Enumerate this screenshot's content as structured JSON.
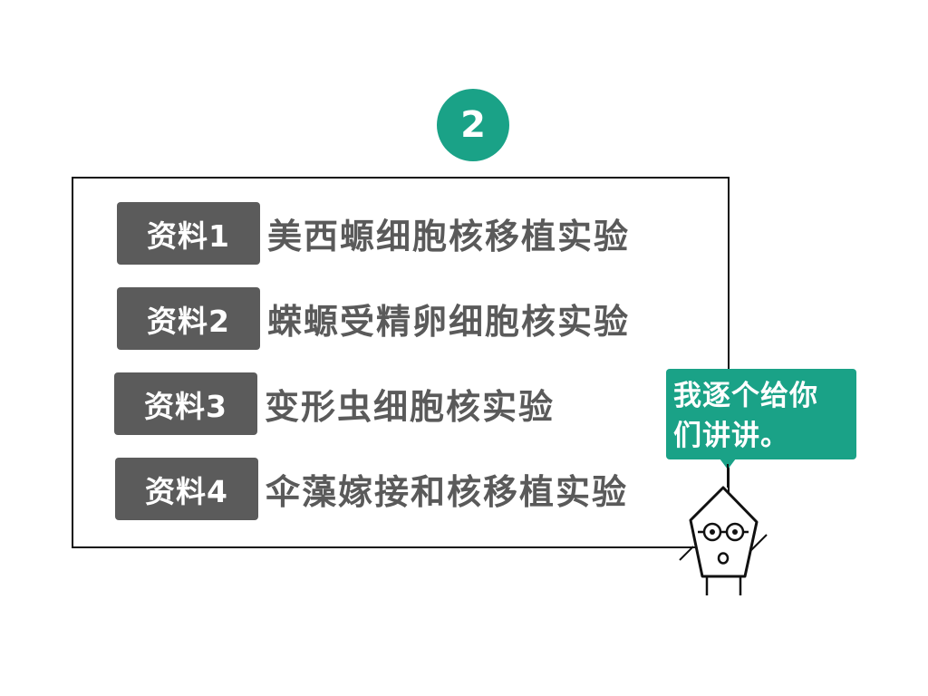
{
  "slide": {
    "step_number": "2",
    "accent_color": "#1aa287",
    "label_color": "#5b5b5b",
    "text_color": "#5a5a5a"
  },
  "materials": [
    {
      "label": "资料1",
      "title": "美西螈细胞核移植实验"
    },
    {
      "label": "资料2",
      "title": "蝾螈受精卵细胞核实验"
    },
    {
      "label": "资料3",
      "title": "变形虫细胞核实验"
    },
    {
      "label": "资料4",
      "title": "伞藻嫁接和核移植实验"
    }
  ],
  "speech_bubble": {
    "line1": "我逐个给你",
    "line2": "们讲讲。"
  },
  "character": {
    "icon": "pentagon-teacher-with-glasses-icon"
  }
}
